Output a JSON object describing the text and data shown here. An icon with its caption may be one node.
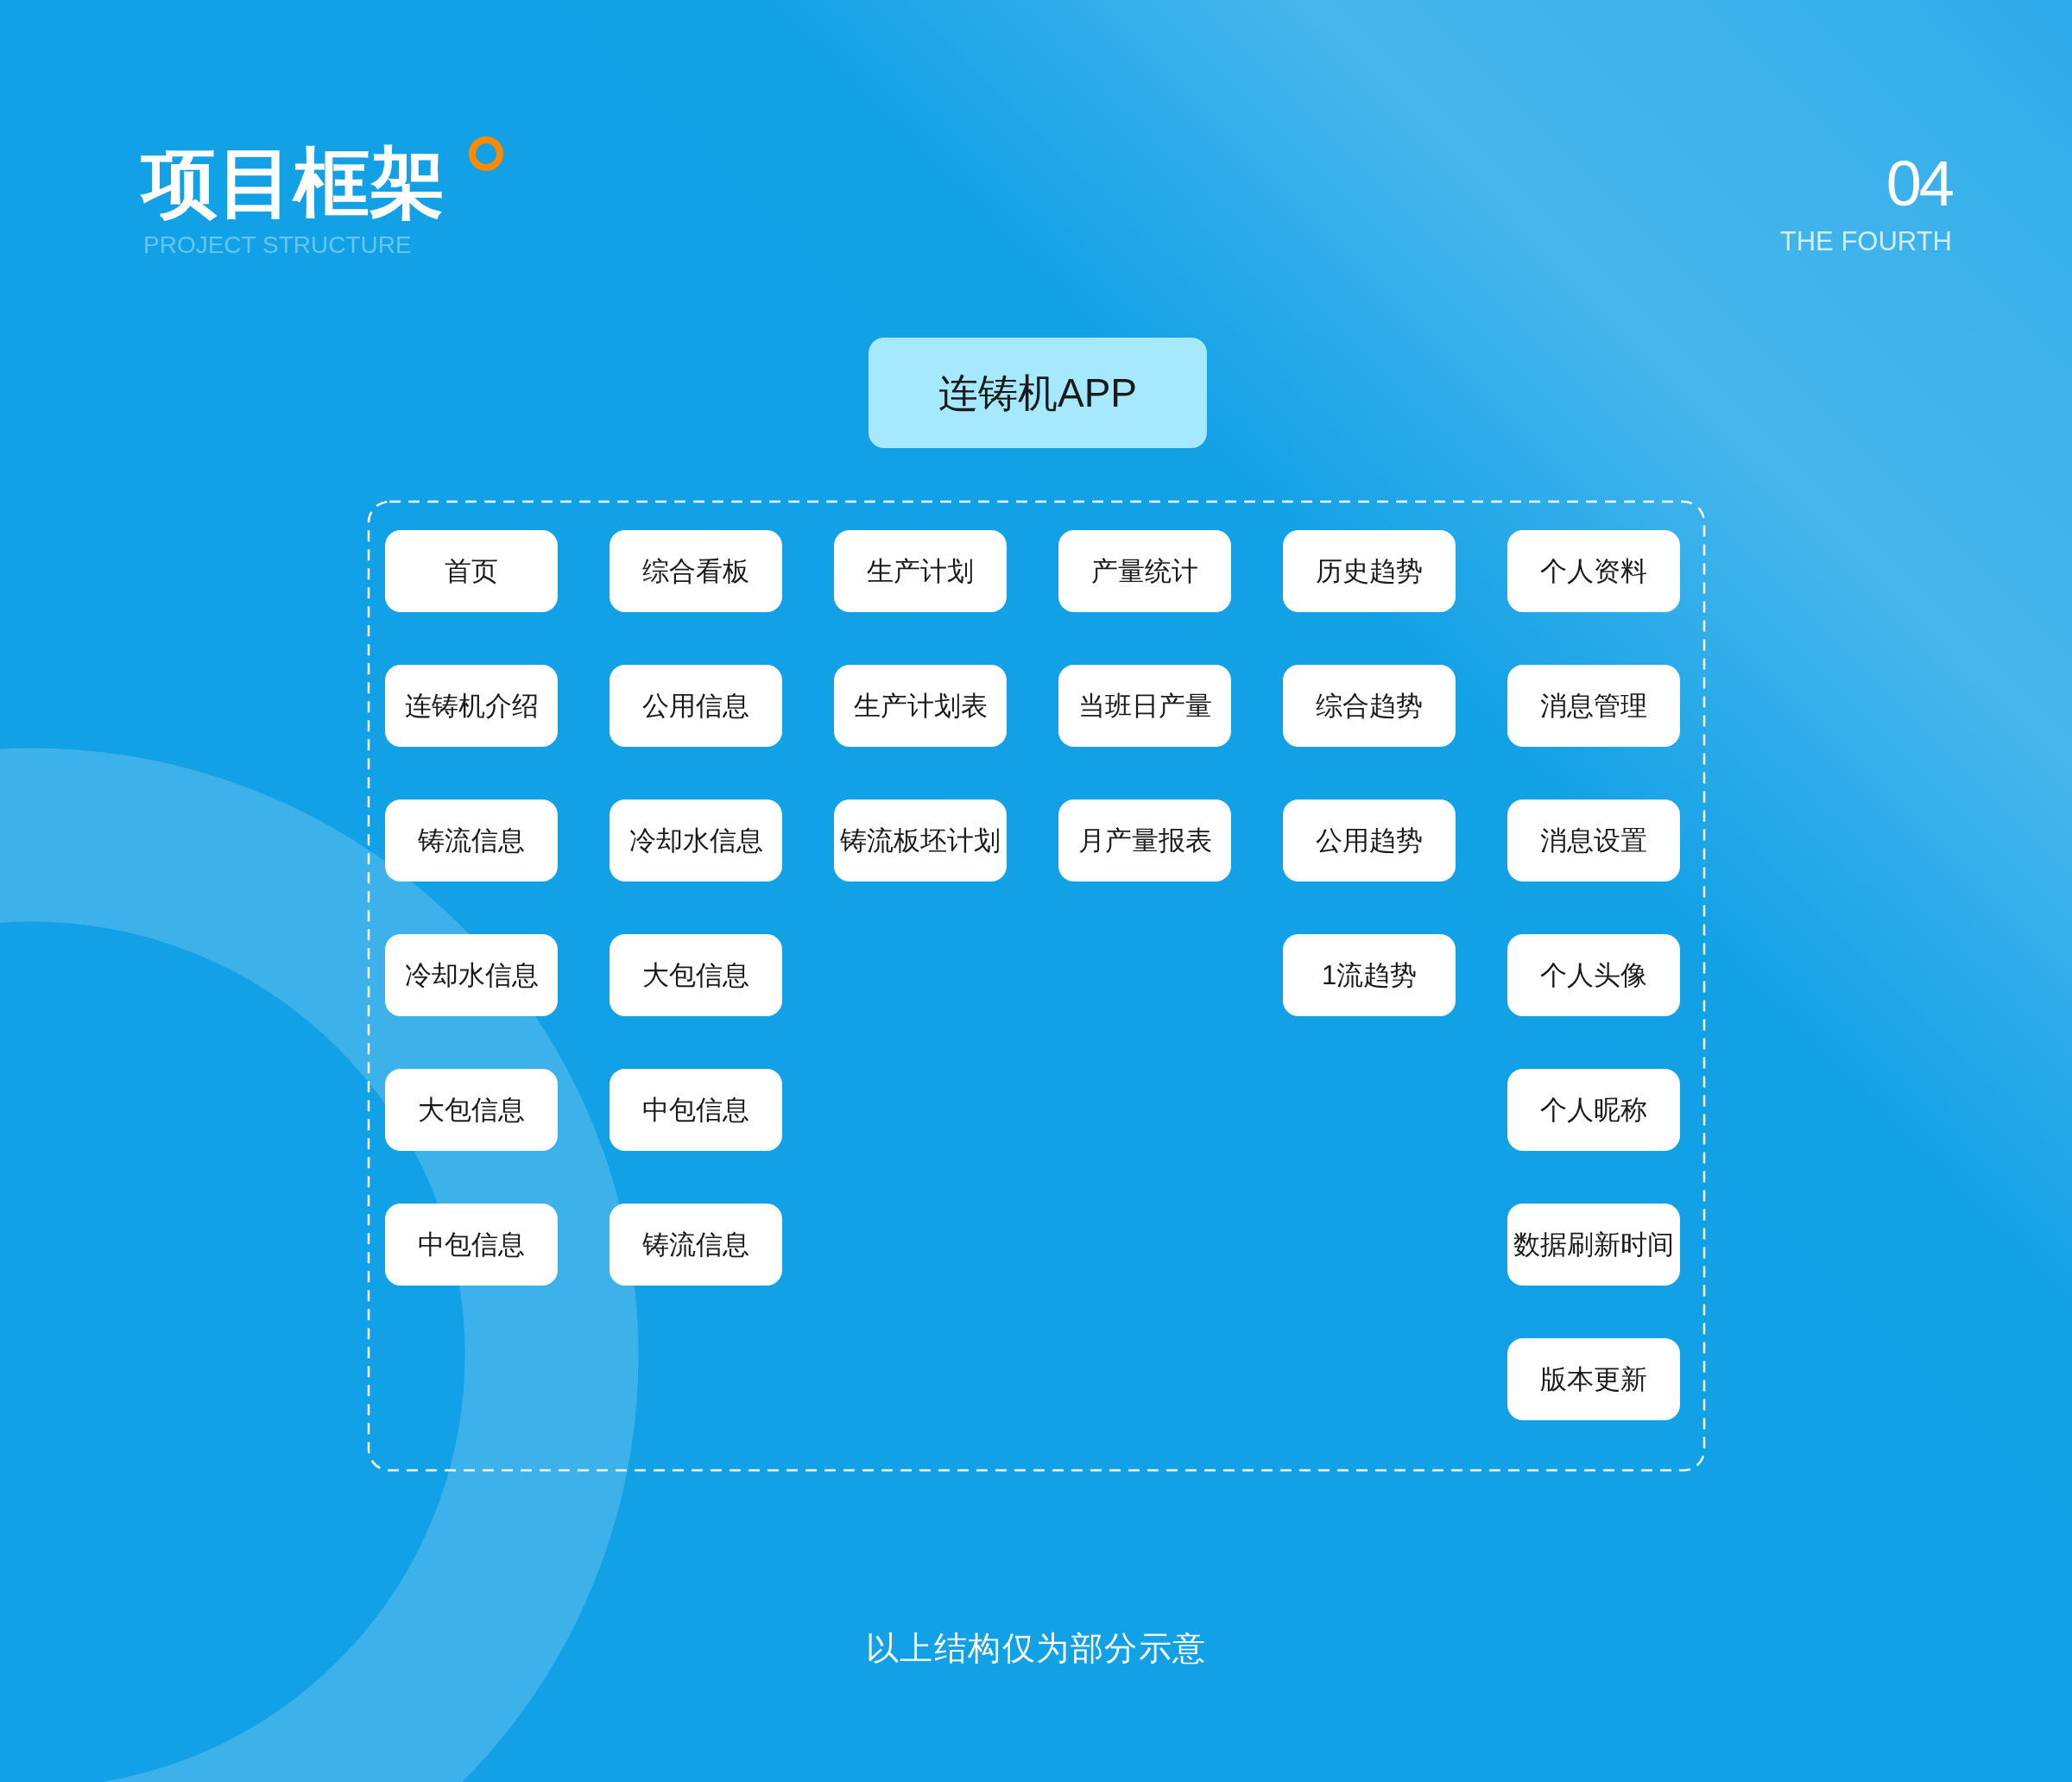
{
  "diagram": {
    "title": "项目框架",
    "caption": "以上结构仅为部分示意",
    "nodes": [
      {
        "text": [
          "连铸机APP"
        ]
      },
      {
        "text": [],
        "shape": "box"
      },
      {
        "text": [
          "首页"
        ],
        "in": 1
      },
      {
        "text": [
          "综合看板"
        ],
        "in": 1
      },
      {
        "text": [
          "生产计划"
        ],
        "in": 1
      },
      {
        "text": [
          "产量统计"
        ],
        "in": 1
      },
      {
        "text": [
          "历史趋势"
        ],
        "in": 1
      },
      {
        "text": [
          "个人资料"
        ],
        "in": 1
      },
      {
        "text": [
          "连铸机介绍"
        ],
        "in": 1
      },
      {
        "text": [
          "公用信息"
        ],
        "in": 1
      },
      {
        "text": [
          "生产计划表"
        ],
        "in": 1
      },
      {
        "text": [
          "当班日产量"
        ],
        "in": 1
      },
      {
        "text": [
          "综合趋势"
        ],
        "in": 1
      },
      {
        "text": [
          "消息管理"
        ],
        "in": 1
      },
      {
        "text": [
          "铸流信息"
        ],
        "in": 1
      },
      {
        "text": [
          "冷却水信息"
        ],
        "in": 1
      },
      {
        "text": [
          "铸流板坯计划"
        ],
        "in": 1
      },
      {
        "text": [
          "月产量报表"
        ],
        "in": 1
      },
      {
        "text": [
          "公用趋势"
        ],
        "in": 1
      },
      {
        "text": [
          "消息设置"
        ],
        "in": 1
      },
      {
        "text": [
          "冷却水信息"
        ],
        "in": 1
      },
      {
        "text": [
          "大包信息"
        ],
        "in": 1
      },
      {
        "text": [
          "1流趋势"
        ],
        "in": 1
      },
      {
        "text": [
          "个人头像"
        ],
        "in": 1
      },
      {
        "text": [
          "大包信息"
        ],
        "in": 1
      },
      {
        "text": [
          "中包信息"
        ],
        "in": 1
      },
      {
        "text": [
          "个人昵称"
        ],
        "in": 1
      },
      {
        "text": [
          "中包信息"
        ],
        "in": 1
      },
      {
        "text": [
          "铸流信息"
        ],
        "in": 1
      },
      {
        "text": [
          "数据刷新时间"
        ],
        "in": 1
      },
      {
        "text": [
          "版本更新"
        ],
        "in": 1
      }
    ],
    "labels": [
      "PROJECT STRUCTURE",
      "04",
      "THE FOURTH"
    ]
  }
}
